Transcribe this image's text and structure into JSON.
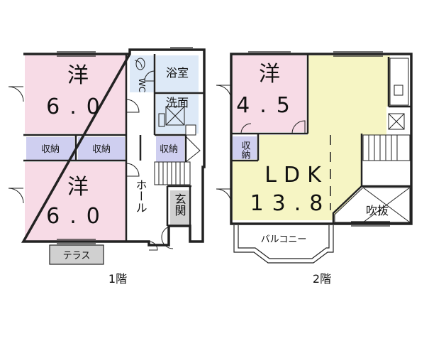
{
  "colors": {
    "wall": "#222222",
    "room_pink": "#f7dbe6",
    "room_yellow": "#f6f5c4",
    "room_blue": "#dde9f7",
    "storage_purple": "#cfcff0",
    "terrace_gray": "#d0d0d0",
    "floor_white": "#ffffff"
  },
  "floor1": {
    "name": "1階",
    "rooms": {
      "west_top": {
        "kind": "洋",
        "size": "6.0"
      },
      "west_bottom": {
        "kind": "洋",
        "size": "6.0"
      },
      "storage_left": "収納",
      "storage_mid": "収納",
      "storage_right": "収納",
      "toilet": "WC",
      "bath": "浴室",
      "washroom": "洗面",
      "hall": "ホール",
      "entrance": "玄関",
      "terrace": "テラス"
    }
  },
  "floor2": {
    "name": "2階",
    "rooms": {
      "west": {
        "kind": "洋",
        "size": "4.5"
      },
      "ldk": {
        "kind": "LDK",
        "size": "13.8"
      },
      "storage": "収納",
      "void": "吹抜",
      "balcony": "バルコニー"
    }
  }
}
